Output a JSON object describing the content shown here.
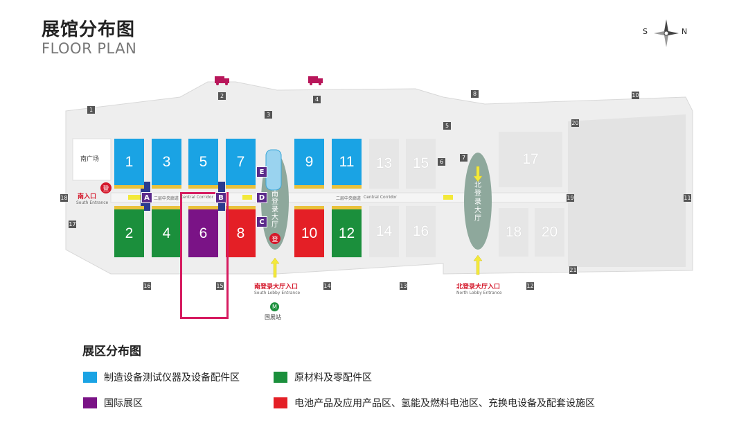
{
  "header": {
    "title_cn": "展馆分布图",
    "title_en": "FLOOR PLAN"
  },
  "compass": {
    "south": "S",
    "north": "N"
  },
  "halls": {
    "h1": "1",
    "h2": "2",
    "h3": "3",
    "h4": "4",
    "h5": "5",
    "h6": "6",
    "h7": "7",
    "h8": "8",
    "h9": "9",
    "h10": "10",
    "h11": "11",
    "h12": "12",
    "h13": "13",
    "h14": "14",
    "h15": "15",
    "h16": "16",
    "h17": "17",
    "h18": "18",
    "h20": "20"
  },
  "gates": {
    "g1": "1",
    "g2": "2",
    "g3": "3",
    "g4": "4",
    "g5": "5",
    "g6": "6",
    "g7": "7",
    "g8": "8",
    "g10": "10",
    "g11": "11",
    "g12": "12",
    "g13": "13",
    "g14": "14",
    "g15": "15",
    "g16": "16",
    "g17": "17",
    "g18": "18",
    "g19": "19",
    "g20": "20",
    "g21": "21"
  },
  "letters": {
    "a": "A",
    "b": "B",
    "c": "C",
    "d": "D",
    "e": "E"
  },
  "labels": {
    "south_square": "南广场",
    "south_entrance_cn": "南入口",
    "south_entrance_en": "South Entrance",
    "register": "登",
    "south_lobby_hall": "南登录大厅",
    "north_lobby_hall": "北登录大厅",
    "corridor_cn": "二层中央廊道",
    "corridor_en": "Central Corridor",
    "south_lobby_entrance_cn": "南登录大厅入口",
    "south_lobby_entrance_en": "South Lobby Entrance",
    "north_lobby_entrance_cn": "北登录大厅入口",
    "north_lobby_entrance_en": "North Lobby Entrance",
    "metro": "国展站",
    "metro_icon": "M"
  },
  "legend": {
    "title": "展区分布图",
    "items": [
      {
        "label": "制造设备测试仪器及设备配件区",
        "color": "#1aa3e4"
      },
      {
        "label": "原材料及零配件区",
        "color": "#1b8f3c"
      },
      {
        "label": "国际展区",
        "color": "#7a1386"
      },
      {
        "label": "电池产品及应用产品区、氢能及燃料电池区、充换电设备及配套设施区",
        "color": "#e41f26"
      }
    ]
  }
}
